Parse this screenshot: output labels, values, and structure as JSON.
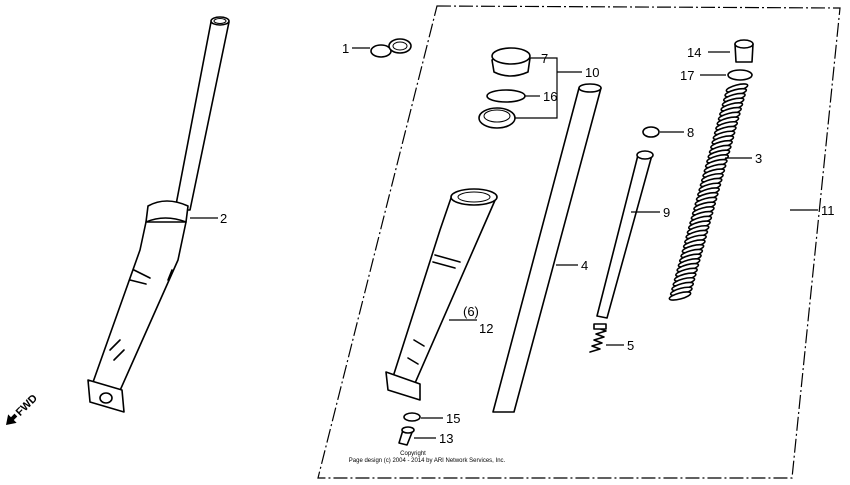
{
  "fwd_label": "FWD",
  "copyright": {
    "line1": "Copyright",
    "line2": "Page design (c) 2004 - 2014 by ARI Network Services, Inc."
  },
  "part_labels": [
    "1",
    "2",
    "3",
    "4",
    "5",
    "(6)",
    "7",
    "8",
    "9",
    "10",
    "11",
    "12",
    "13",
    "14",
    "15",
    "16",
    "17"
  ]
}
